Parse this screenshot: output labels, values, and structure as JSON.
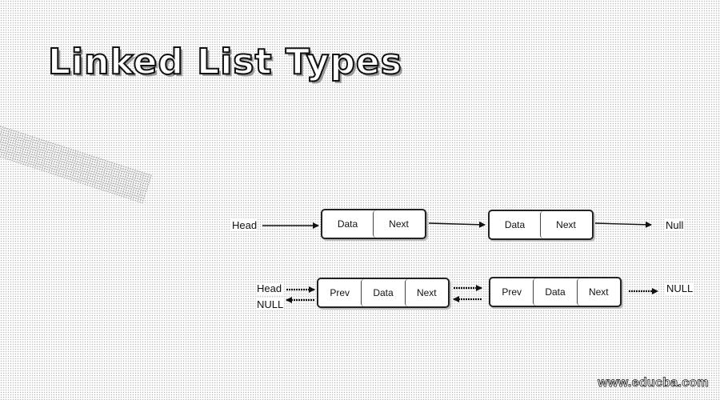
{
  "title": "Linked List Types",
  "singly": {
    "head_label": "Head",
    "null_label": "Null",
    "nodes": [
      {
        "data": "Data",
        "next": "Next"
      },
      {
        "data": "Data",
        "next": "Next"
      }
    ]
  },
  "doubly": {
    "head_label": "Head",
    "null_left_label": "NULL",
    "null_right_label": "NULL",
    "nodes": [
      {
        "prev": "Prev",
        "data": "Data",
        "next": "Next"
      },
      {
        "prev": "Prev",
        "data": "Data",
        "next": "Next"
      }
    ]
  },
  "watermark": "www.educba.com"
}
